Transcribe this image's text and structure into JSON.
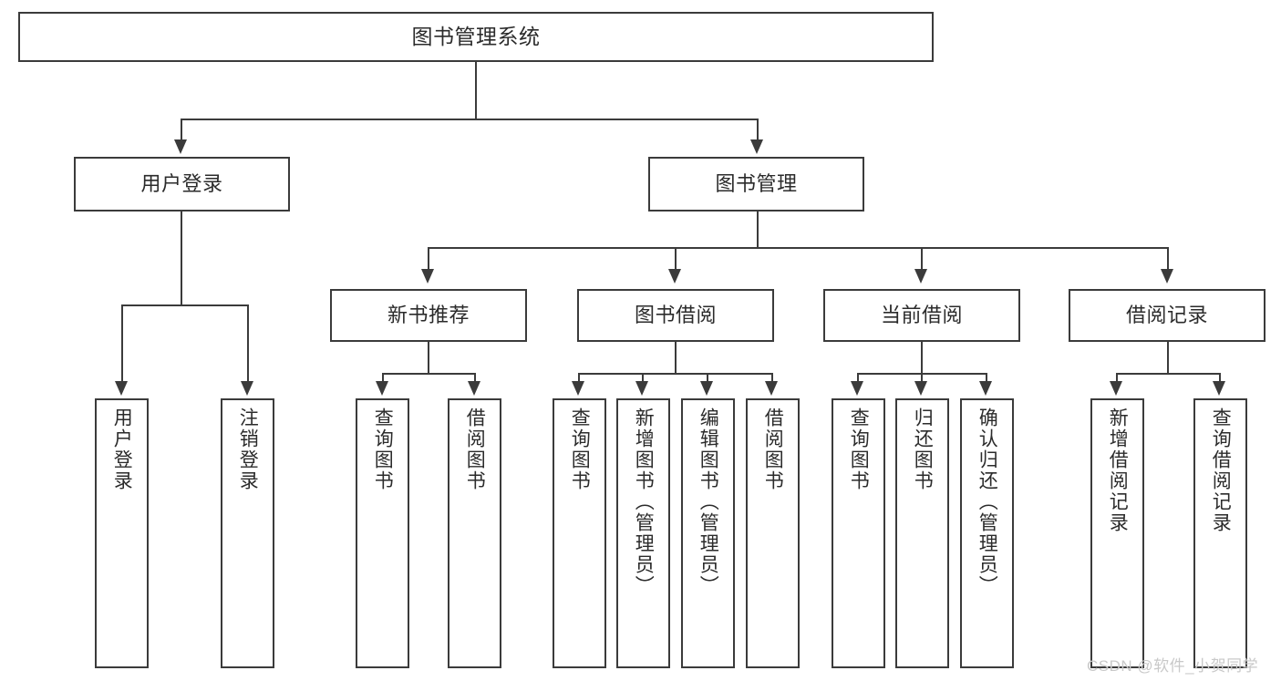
{
  "diagram": {
    "type": "tree-hierarchy-chart",
    "title": "图书管理系统",
    "colors": {
      "background": "#ffffff",
      "border": "#3b3b3b",
      "text": "#2b2b2b",
      "watermark": "#c9c9c9"
    },
    "root": {
      "label": "图书管理系统"
    },
    "level1": [
      {
        "label": "用户登录"
      },
      {
        "label": "图书管理"
      }
    ],
    "level2": [
      {
        "label": "新书推荐"
      },
      {
        "label": "图书借阅"
      },
      {
        "label": "当前借阅"
      },
      {
        "label": "借阅记录"
      }
    ],
    "leaves": {
      "user_login": [
        {
          "label": "用户登录"
        },
        {
          "label": "注销登录"
        }
      ],
      "new_book_recommend": [
        {
          "label": "查询图书"
        },
        {
          "label": "借阅图书"
        }
      ],
      "book_borrow": [
        {
          "label": "查询图书"
        },
        {
          "label": "新增图书（管理员）"
        },
        {
          "label": "编辑图书（管理员）"
        },
        {
          "label": "借阅图书"
        }
      ],
      "current_borrow": [
        {
          "label": "查询图书"
        },
        {
          "label": "归还图书"
        },
        {
          "label": "确认归还（管理员）"
        }
      ],
      "borrow_record": [
        {
          "label": "新增借阅记录"
        },
        {
          "label": "查询借阅记录"
        }
      ]
    }
  },
  "watermark": {
    "text": "CSDN @软件_小贺同学"
  }
}
